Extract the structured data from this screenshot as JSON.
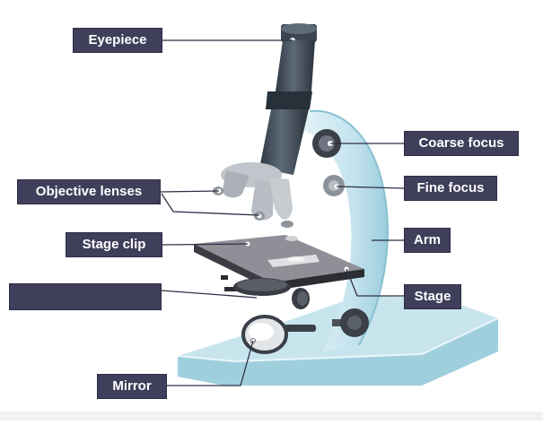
{
  "labels": {
    "eyepiece": "Eyepiece",
    "objective_lenses": "Objective lenses",
    "stage_clip": "Stage clip",
    "coarse_focus": "Coarse focus",
    "fine_focus": "Fine focus",
    "arm": "Arm",
    "stage": "Stage",
    "mirror": "Mirror",
    "hidden": ""
  },
  "colors": {
    "label_bg": "#3f3f5c",
    "body_light": "#c9e6ef",
    "body_shade": "#9ecfdf",
    "tube_dark": "#3a4552",
    "tube_mid": "#56636f",
    "lens_grey": "#b9bec3",
    "stage_dark": "#3b3c43",
    "stage_top": "#8e8f96"
  }
}
